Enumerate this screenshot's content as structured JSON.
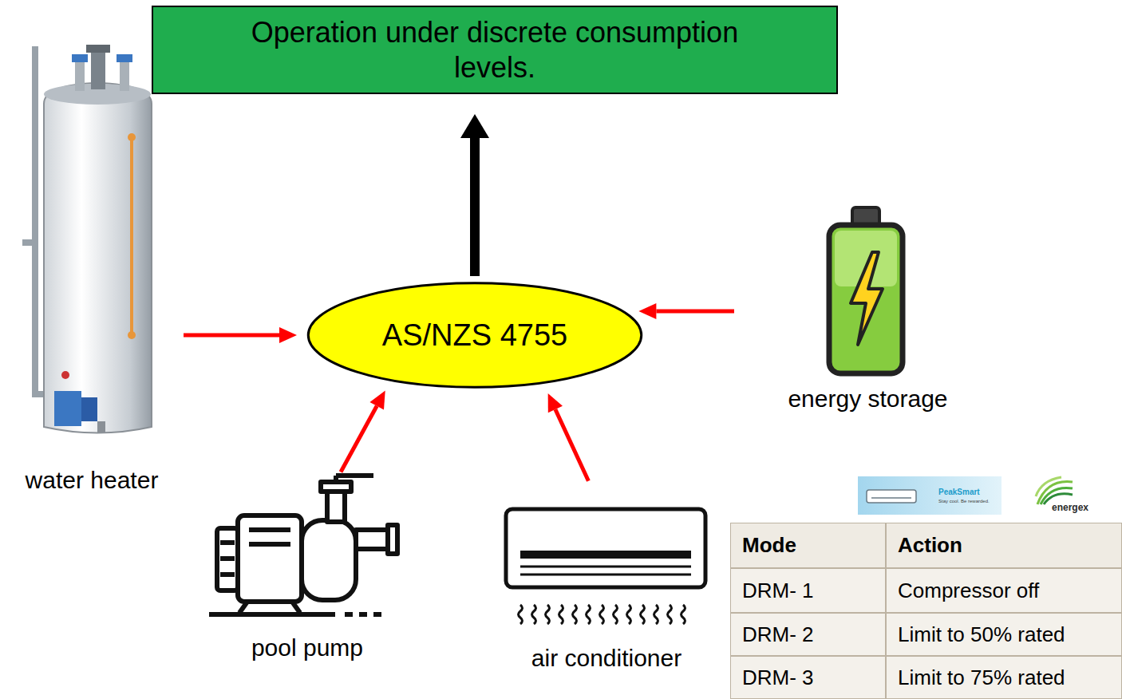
{
  "diagram": {
    "nodes": [
      {
        "text": [
          "Operation under discrete consumption levels."
        ]
      },
      {
        "text": [
          "AS/NZS 4755"
        ]
      },
      {
        "text": [
          "water heater"
        ]
      },
      {
        "text": [
          "energy storage"
        ]
      },
      {
        "text": [
          "pool pump"
        ]
      },
      {
        "text": [
          "air conditioner"
        ]
      }
    ],
    "edges": [
      {
        "from": 1,
        "to": 0,
        "arrow": "to"
      },
      {
        "from": 2,
        "to": 1,
        "arrow": "to"
      },
      {
        "from": 3,
        "to": 1,
        "arrow": "to"
      },
      {
        "from": 4,
        "to": 1,
        "arrow": "to"
      },
      {
        "from": 5,
        "to": 1,
        "arrow": "to"
      }
    ],
    "labels": [
      "PeakSmart",
      "Stay cool. Be rewarded.",
      "energex",
      "Mode",
      "Action",
      "DRM- 1",
      "Compressor off",
      "DRM- 2",
      "Limit to 50% rated",
      "DRM- 3",
      "Limit to 75% rated"
    ]
  }
}
